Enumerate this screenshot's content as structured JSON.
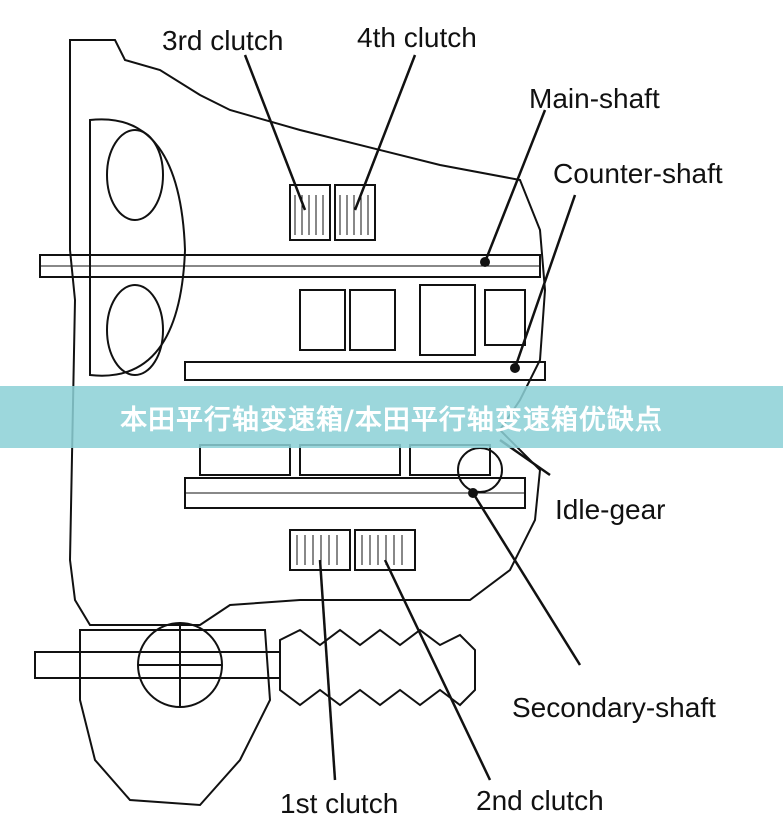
{
  "labels": {
    "third_clutch": "3rd clutch",
    "fourth_clutch": "4th clutch",
    "main_shaft": "Main-shaft",
    "counter_shaft": "Counter-shaft",
    "idle_gear": "Idle-gear",
    "secondary_shaft": "Secondary-shaft",
    "first_clutch": "1st clutch",
    "second_clutch": "2nd clutch"
  },
  "banner": {
    "text": "本田平行轴变速箱/本田平行轴变速箱优缺点"
  },
  "colors": {
    "ink": "#111111",
    "paper": "#ffffff",
    "banner_bg": "#8cd0d6",
    "banner_text": "#ffffff"
  }
}
